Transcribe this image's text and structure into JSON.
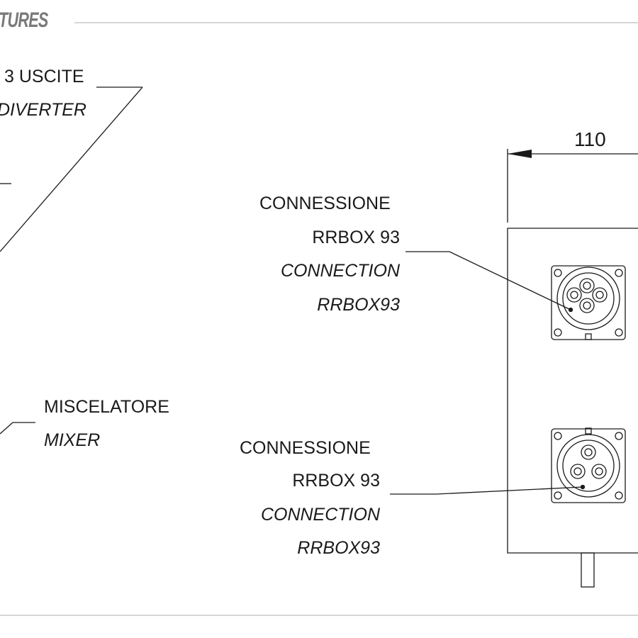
{
  "header": {
    "title": "TURES"
  },
  "labels": {
    "diverter_it": "3 USCITE",
    "diverter_en": "DIVERTER",
    "mixer_it": "MISCELATORE",
    "mixer_en": "MIXER",
    "conn_top_it_1": "CONNESSIONE",
    "conn_top_it_2": "RRBOX 93",
    "conn_top_en_1": "CONNECTION",
    "conn_top_en_2": "RRBOX93",
    "conn_bottom_it_1": "CONNESSIONE",
    "conn_bottom_it_2": "RRBOX 93",
    "conn_bottom_en_1": "CONNECTION",
    "conn_bottom_en_2": "RRBOX93"
  },
  "dimension": {
    "value": "110"
  },
  "colors": {
    "line": "#1a1a1a",
    "rule": "#d6d6d6",
    "header": "#7a7a7a"
  }
}
